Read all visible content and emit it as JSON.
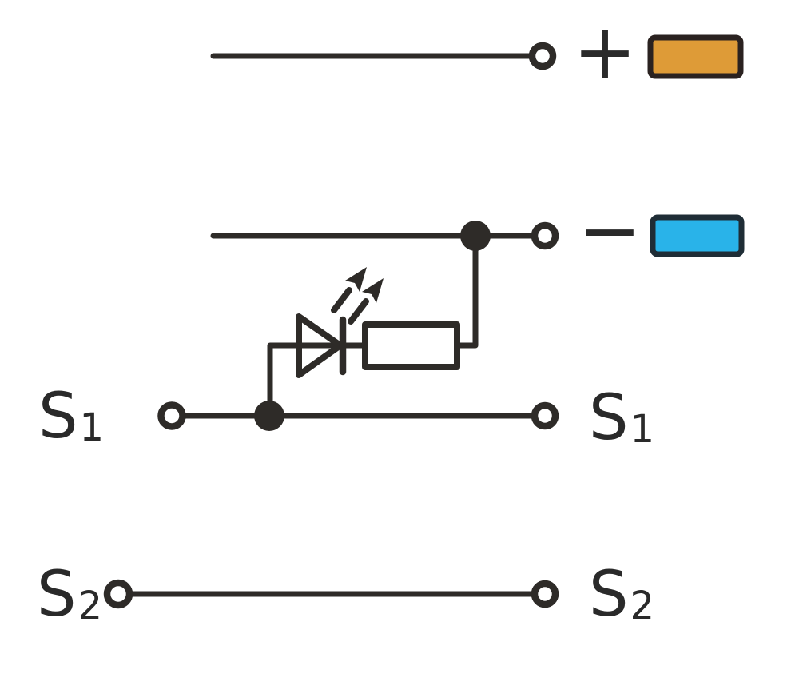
{
  "colors": {
    "wire": "#2e2b28",
    "label_text": "#2a2a2a",
    "terminal_fill": "#ffffff",
    "plus_marker_fill": "#de9b37",
    "plus_marker_border": "#2a2220",
    "minus_marker_fill": "#29b3e9",
    "minus_marker_border": "#1f2d36",
    "background": "#ffffff"
  },
  "labels": {
    "plus": "+",
    "minus": "−",
    "s1_base": "S",
    "s1_sub": "1",
    "s2_base": "S",
    "s2_sub": "2"
  },
  "schematic": {
    "type": "terminal-block wiring schematic",
    "rows": [
      {
        "name": "plus-rail",
        "symbol": "+",
        "marker_color_name": "orange",
        "right_terminal": "open-circle"
      },
      {
        "name": "minus-rail",
        "symbol": "−",
        "marker_color_name": "blue",
        "right_terminal": "open-circle",
        "junction": "filled-dot"
      },
      {
        "name": "s1-rail",
        "left_label": "S1",
        "right_label": "S1",
        "left_terminal": "open-circle",
        "right_terminal": "open-circle",
        "junction": "filled-dot"
      },
      {
        "name": "s2-rail",
        "left_label": "S2",
        "right_label": "S2",
        "left_terminal": "open-circle",
        "right_terminal": "open-circle"
      }
    ],
    "branch": "LED with two emission arrows in series with a resistor, connected from the S1-rail junction up to the minus-rail junction"
  }
}
